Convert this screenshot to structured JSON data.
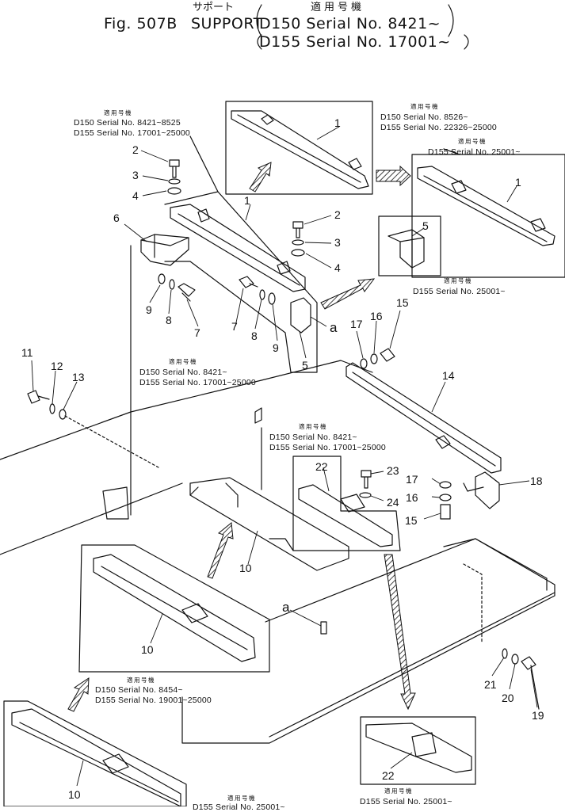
{
  "header": {
    "fig": "Fig. 507B",
    "title_jp": "サポート",
    "title_en": "SUPPORT",
    "applicable_jp": "適用号機",
    "line1": "D150 Serial No. 8421~",
    "line2": "D155 Serial No. 17001~"
  },
  "notes": [
    {
      "jp": "適用号機",
      "l1": "D150 Serial No. 8421~8525",
      "l2": "D155 Serial No. 17001~25000"
    },
    {
      "jp": "適用号機",
      "l1": "D150 Serial No. 8526~",
      "l2": "D155 Serial No. 22326~25000"
    },
    {
      "jp": "適用号機",
      "l1": "D155 Serial No. 25001~",
      "l2": ""
    },
    {
      "jp": "適用号機",
      "l1": "D155 Serial No. 25001~",
      "l2": ""
    },
    {
      "jp": "適用号機",
      "l1": "D150 Serial No. 8421~",
      "l2": "D155 Serial No. 17001~25000"
    },
    {
      "jp": "適用号機",
      "l1": "D150 Serial No. 8421~",
      "l2": "D155 Serial No. 17001~25000"
    },
    {
      "jp": "適用号機",
      "l1": "D150 Serial No. 8454~",
      "l2": "D155 Serial No. 19001~25000"
    },
    {
      "jp": "適用号機",
      "l1": "D155 Serial No. 25001~",
      "l2": ""
    },
    {
      "jp": "適用号機",
      "l1": "D155 Serial No. 25001~",
      "l2": ""
    }
  ],
  "callouts": [
    "1",
    "1",
    "1",
    "2",
    "2",
    "3",
    "3",
    "4",
    "4",
    "5",
    "5",
    "6",
    "7",
    "7",
    "8",
    "8",
    "9",
    "9",
    "10",
    "10",
    "10",
    "11",
    "12",
    "13",
    "14",
    "15",
    "15",
    "16",
    "16",
    "17",
    "17",
    "18",
    "19",
    "20",
    "21",
    "22",
    "22",
    "23",
    "24",
    "a",
    "a"
  ]
}
